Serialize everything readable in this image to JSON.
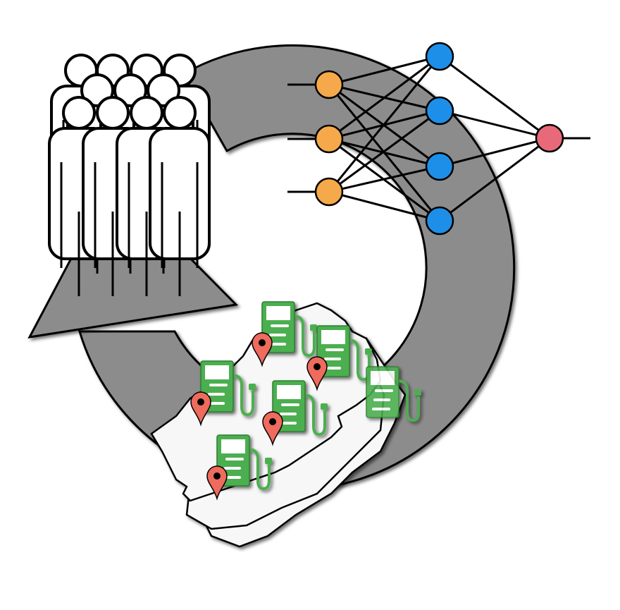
{
  "diagram": {
    "description_icons": [
      "crowd-icon",
      "neural-network-icon",
      "map-icon",
      "charging-station-icon",
      "map-pin-icon",
      "cycle-arrow-icon"
    ],
    "colors": {
      "arrow": "#8c8c8c",
      "input_node": "#f5a94a",
      "hidden_node": "#1e8fe8",
      "output_node": "#e86a7a",
      "station": "#4caf50",
      "pin": "#ee6b5d",
      "map": "#f7f7f7"
    },
    "network": {
      "inputs": 3,
      "hidden": 4,
      "outputs": 1
    },
    "stations": 6
  }
}
